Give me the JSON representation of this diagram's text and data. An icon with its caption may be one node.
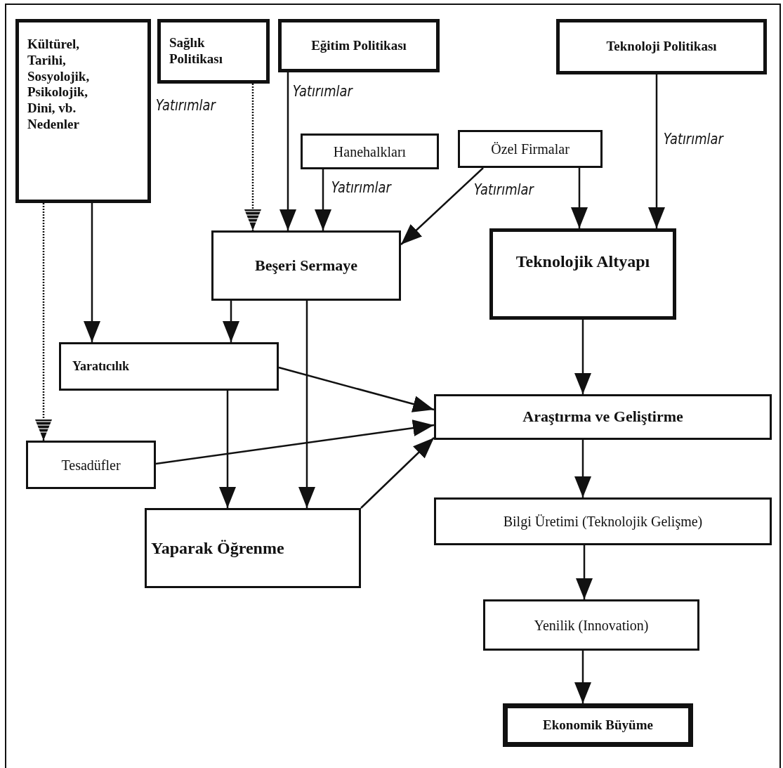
{
  "diagram": {
    "nodes": [
      {
        "text": [
          "Kültürel, Tarihi, Sosyolojik, Psikolojik, Dini, vb. Nedenler"
        ]
      },
      {
        "text": [
          "Sağlık Politikası"
        ]
      },
      {
        "text": [
          "Eğitim Politikası"
        ]
      },
      {
        "text": [
          "Teknoloji Politikası"
        ]
      },
      {
        "text": [
          "Hanehalkları"
        ]
      },
      {
        "text": [
          "Özel Firmalar"
        ]
      },
      {
        "text": [
          "Beşeri Sermaye"
        ]
      },
      {
        "text": [
          "Teknolojik Altyapı"
        ]
      },
      {
        "text": [
          "Yaratıcılık"
        ]
      },
      {
        "text": [
          "Araştırma ve Geliştirme"
        ]
      },
      {
        "text": [
          "Tesadüfler"
        ]
      },
      {
        "text": [
          "Yaparak Öğrenme"
        ]
      },
      {
        "text": [
          "Bilgi Üretimi (Teknolojik Gelişme)"
        ]
      },
      {
        "text": [
          "Yenilik (Innovation)"
        ]
      },
      {
        "text": [
          "Ekonomik Büyüme"
        ]
      }
    ],
    "edges": [
      {
        "from": 1,
        "to": 6,
        "arrow": "to",
        "style": "dashed",
        "label": "Yatırımlar"
      },
      {
        "from": 2,
        "to": 6,
        "arrow": "to",
        "label": "Yatırımlar"
      },
      {
        "from": 4,
        "to": 6,
        "arrow": "to",
        "label": "Yatırımlar"
      },
      {
        "from": 5,
        "to": 6,
        "arrow": "to",
        "label": "Yatırımlar"
      },
      {
        "from": 5,
        "to": 7,
        "arrow": "to"
      },
      {
        "from": 3,
        "to": 7,
        "arrow": "to",
        "label": "Yatırımlar"
      },
      {
        "from": 0,
        "to": 8,
        "arrow": "to"
      },
      {
        "from": 0,
        "to": 10,
        "arrow": "to",
        "style": "dashed"
      },
      {
        "from": 6,
        "to": 8,
        "arrow": "to"
      },
      {
        "from": 6,
        "to": 11,
        "arrow": "to"
      },
      {
        "from": 8,
        "to": 11,
        "arrow": "to"
      },
      {
        "from": 8,
        "to": 9,
        "arrow": "to"
      },
      {
        "from": 10,
        "to": 9,
        "arrow": "to"
      },
      {
        "from": 11,
        "to": 9,
        "arrow": "to"
      },
      {
        "from": 7,
        "to": 9,
        "arrow": "to"
      },
      {
        "from": 9,
        "to": 12,
        "arrow": "to"
      },
      {
        "from": 12,
        "to": 13,
        "arrow": "to"
      },
      {
        "from": 13,
        "to": 14,
        "arrow": "to"
      }
    ]
  }
}
